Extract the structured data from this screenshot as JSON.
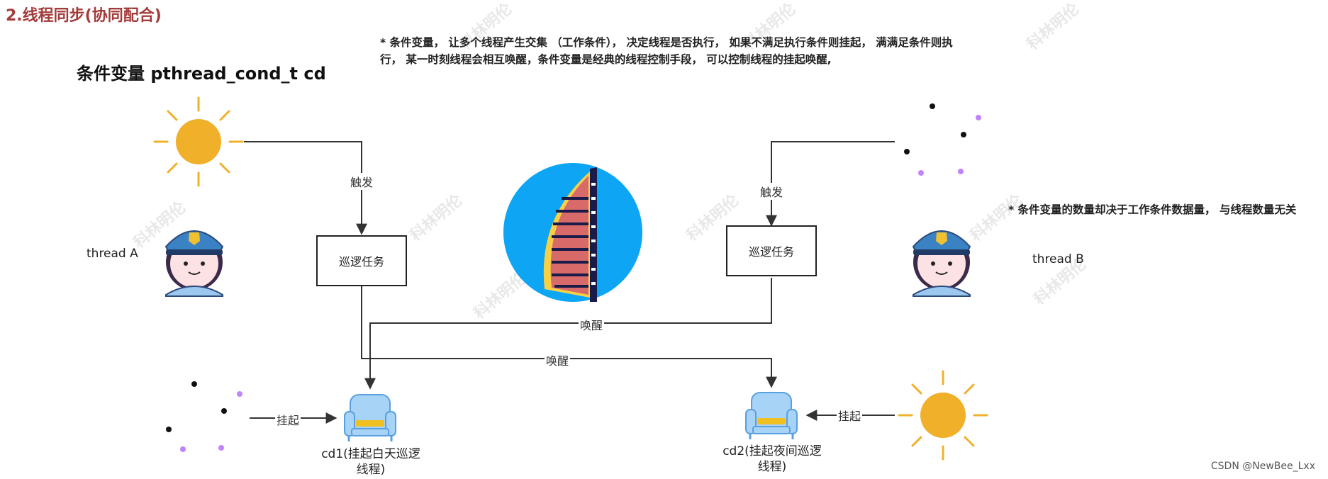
{
  "header": {
    "title": "2.线程同步(协同配合)",
    "cond_title": "条件变量  pthread_cond_t  cd"
  },
  "notes": {
    "top": "* 条件变量， 让多个线程产生交集 （工作条件）， 决定线程是否执行， 如果不满足执行条件则挂起， 满满足条件则执行， 某一时刻线程会相互唤醒，条件变量是经典的线程控制手段， 可以控制线程的挂起唤醒,",
    "right": "* 条件变量的数量却决于工作条件数据量， 与线程数量无关"
  },
  "threads": {
    "a_label": "thread A",
    "b_label": "thread B"
  },
  "tasks": {
    "a_label": "巡逻任务",
    "b_label": "巡逻任务"
  },
  "edges": {
    "trigger_a": "触发",
    "trigger_b": "触发",
    "wake_b_to_cd1": "唤醒",
    "wake_a_to_cd2": "唤醒",
    "suspend_cd1": "挂起",
    "suspend_cd2": "挂起"
  },
  "conds": {
    "cd1_label": "cd1(挂起白天巡逻线程)",
    "cd2_label": "cd2(挂起夜间巡逻线程)"
  },
  "watermark": "科林明伦",
  "footer": {
    "credit": "CSDN @NewBee_Lxx"
  },
  "colors": {
    "title": "#a33b3b",
    "sun": "#f0b02a",
    "moon": "#8b5cf6",
    "logo_blue": "#0ea5f5",
    "chair": "#a7d3f7"
  }
}
